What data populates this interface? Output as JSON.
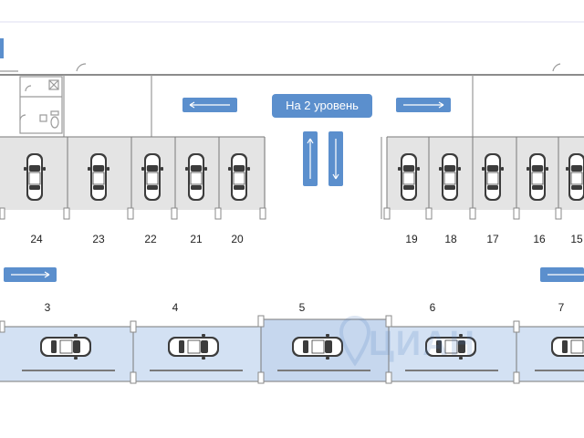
{
  "level_label": "На 2 уровень",
  "watermark": "ЦИАН",
  "top_row": {
    "left_spots": [
      "24",
      "23",
      "22",
      "21",
      "20"
    ],
    "right_spots": [
      "19",
      "18",
      "17",
      "16",
      "15"
    ]
  },
  "bottom_row": {
    "spots": [
      "3",
      "4",
      "5",
      "6",
      "7"
    ]
  },
  "arrows": [
    "left",
    "right",
    "up",
    "down",
    "right",
    "right"
  ],
  "icons": [
    "car-icon",
    "arrow-icon",
    "door-icon",
    "toilet-icon",
    "sink-icon"
  ],
  "colors": {
    "arrow_box": "#5b8fcd",
    "blue_bay": "#d3e1f3",
    "gray_bay": "#e4e4e4"
  }
}
